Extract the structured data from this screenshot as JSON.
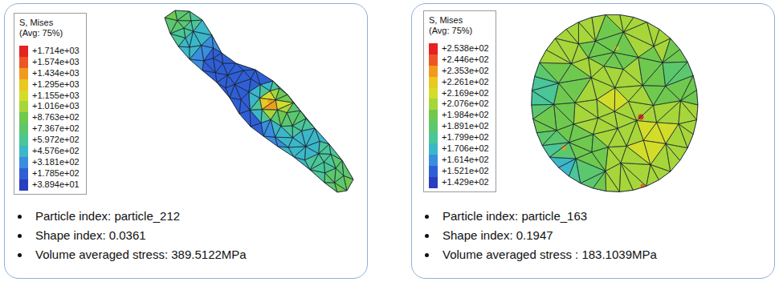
{
  "diagram": {
    "nodes": [
      {
        "text": [
          "Particle index: particle_212",
          "Shape index: 0.0361",
          "Volume averaged stress: 389.5122MPa"
        ]
      },
      {
        "text": [
          "S, Mises",
          "(Avg: 75%)"
        ],
        "in": 0
      },
      {
        "text": [
          "Particle index: particle_163",
          "Shape index: 0.1947",
          "Volume averaged stress : 183.1039MPa"
        ]
      },
      {
        "text": [
          "S, Mises",
          "(Avg: 75%)"
        ],
        "in": 2
      }
    ],
    "legend": [
      {
        "text": "+1.714e+03",
        "color": "#e62222"
      },
      {
        "text": "+1.574e+03",
        "color": "#ee5526"
      },
      {
        "text": "+1.434e+03",
        "color": "#f29a1e"
      },
      {
        "text": "+1.295e+03",
        "color": "#e9c81f"
      },
      {
        "text": "+1.155e+03",
        "color": "#d4dc2a"
      },
      {
        "text": "+1.016e+03",
        "color": "#a6d63a"
      },
      {
        "text": "+8.763e+02",
        "color": "#6fc94e"
      },
      {
        "text": "+7.367e+02",
        "color": "#5cc86e"
      },
      {
        "text": "+5.972e+02",
        "color": "#4ac698"
      },
      {
        "text": "+4.576e+02",
        "color": "#3bb7c8"
      },
      {
        "text": "+3.181e+02",
        "color": "#3a8ddf"
      },
      {
        "text": "+1.785e+02",
        "color": "#2f5fd6"
      },
      {
        "text": "+3.894e+01",
        "color": "#2a3cbf"
      },
      {
        "text": "+2.538e+02",
        "color": "#e62222"
      },
      {
        "text": "+2.446e+02",
        "color": "#ee5526"
      },
      {
        "text": "+2.353e+02",
        "color": "#f29a1e"
      },
      {
        "text": "+2.261e+02",
        "color": "#e9c81f"
      },
      {
        "text": "+2.169e+02",
        "color": "#d4dc2a"
      },
      {
        "text": "+2.076e+02",
        "color": "#a6d63a"
      },
      {
        "text": "+1.984e+02",
        "color": "#6fc94e"
      },
      {
        "text": "+1.891e+02",
        "color": "#5cc86e"
      },
      {
        "text": "+1.799e+02",
        "color": "#4ac698"
      },
      {
        "text": "+1.706e+02",
        "color": "#3bb7c8"
      },
      {
        "text": "+1.614e+02",
        "color": "#3a8ddf"
      },
      {
        "text": "+1.521e+02",
        "color": "#2f5fd6"
      },
      {
        "text": "+1.429e+02",
        "color": "#2a3cbf"
      }
    ]
  }
}
